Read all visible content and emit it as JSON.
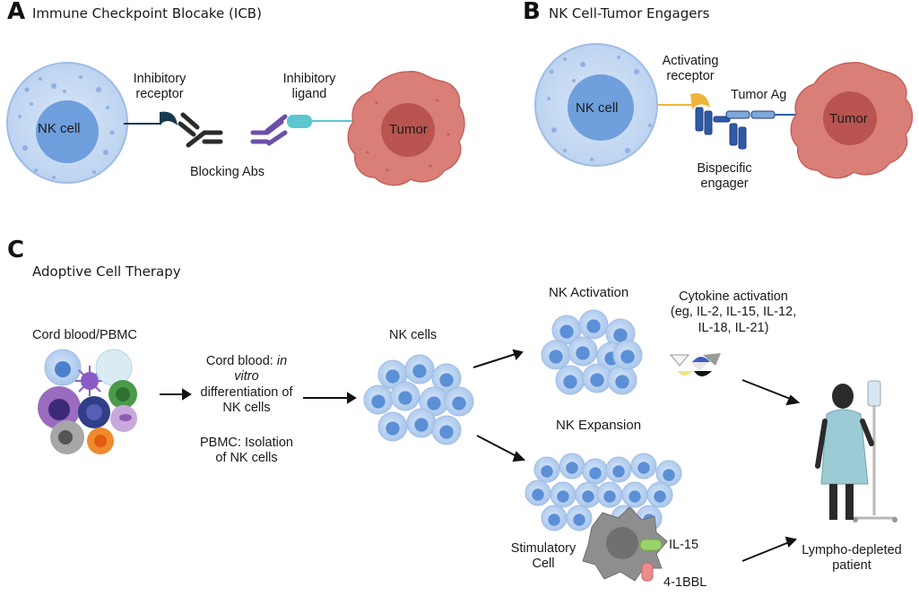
{
  "panelA": {
    "letter": "A",
    "title": "Immune Checkpoint Blocake (ICB)",
    "nk_cell": "NK cell",
    "inhibitory_receptor_l1": "Inhibitory",
    "inhibitory_receptor_l2": "receptor",
    "inhibitory_ligand_l1": "Inhibitory",
    "inhibitory_ligand_l2": "ligand",
    "blocking_abs": "Blocking Abs",
    "tumor": "Tumor"
  },
  "panelB": {
    "letter": "B",
    "title": "NK Cell-Tumor Engagers",
    "nk_cell": "NK cell",
    "activating_receptor_l1": "Activating",
    "activating_receptor_l2": "receptor",
    "tumor_ag": "Tumor Ag",
    "tumor": "Tumor",
    "bispecific_l1": "Bispecific",
    "bispecific_l2": "engager"
  },
  "panelC": {
    "letter": "C",
    "title": "Adoptive Cell Therapy",
    "cord_blood_pbmc": "Cord blood/PBMC",
    "cord_text_prefix": "Cord blood: ",
    "cord_text_italic_1": "in",
    "cord_text_italic_2": "vitro",
    "cord_text_l3": "differentiation of",
    "cord_text_l4": "NK cells",
    "pbmc_text_l1": "PBMC: Isolation",
    "pbmc_text_l2": "of NK cells",
    "nk_cells": "NK cells",
    "nk_activation": "NK Activation",
    "cytokine_l1": "Cytokine activation",
    "cytokine_l2": "(eg, IL-2, IL-15, IL-12,",
    "cytokine_l3": "IL-18, IL-21)",
    "nk_expansion": "NK Expansion",
    "stimulatory_l1": "Stimulatory",
    "stimulatory_l2": "Cell",
    "il15": "IL-15",
    "bbl": "4-1BBL",
    "patient_l1": "Lympho-depleted",
    "patient_l2": "patient"
  },
  "colors": {
    "nk_outer": "#c8dcf5",
    "nk_nucleus": "#6f9fdc",
    "tumor": "#d97f78",
    "tumor_nucleus": "#b95450",
    "antibody_dark": "#2b2b2b",
    "ligand_purple": "#6b4fa8",
    "ligand_cyan": "#5cc7d0",
    "receptor_dark": "#183a4c",
    "activating_orange": "#f0b43c",
    "engager_blue": "#2f5aa8",
    "il15_green": "#9ad36a",
    "bbl_pink": "#ec8c8c",
    "stim_cell": "#8e8e8e"
  }
}
